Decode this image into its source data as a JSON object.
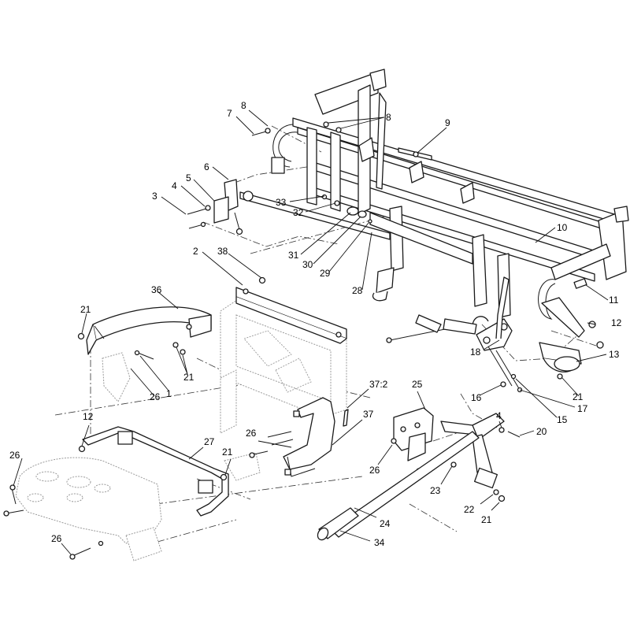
{
  "colors": {
    "line": "#1a1a1a",
    "ghost_line": "#9a9a9a",
    "background": "#ffffff"
  },
  "callouts": [
    {
      "id": "c-8a",
      "label": "8"
    },
    {
      "id": "c-7",
      "label": "7"
    },
    {
      "id": "c-8b",
      "label": "8"
    },
    {
      "id": "c-9",
      "label": "9"
    },
    {
      "id": "c-6",
      "label": "6"
    },
    {
      "id": "c-5",
      "label": "5"
    },
    {
      "id": "c-4a",
      "label": "4"
    },
    {
      "id": "c-3",
      "label": "3"
    },
    {
      "id": "c-33",
      "label": "33"
    },
    {
      "id": "c-32",
      "label": "32"
    },
    {
      "id": "c-10",
      "label": "10"
    },
    {
      "id": "c-31",
      "label": "31"
    },
    {
      "id": "c-30",
      "label": "30"
    },
    {
      "id": "c-29",
      "label": "29"
    },
    {
      "id": "c-2",
      "label": "2"
    },
    {
      "id": "c-38",
      "label": "38"
    },
    {
      "id": "c-28",
      "label": "28"
    },
    {
      "id": "c-36",
      "label": "36"
    },
    {
      "id": "c-11",
      "label": "11"
    },
    {
      "id": "c-21a",
      "label": "21"
    },
    {
      "id": "c-12a",
      "label": "12"
    },
    {
      "id": "c-13",
      "label": "13"
    },
    {
      "id": "c-1",
      "label": "1"
    },
    {
      "id": "c-21b",
      "label": "21"
    },
    {
      "id": "c-26a",
      "label": "26"
    },
    {
      "id": "c-18",
      "label": "18"
    },
    {
      "id": "c-21c",
      "label": "21"
    },
    {
      "id": "c-16",
      "label": "16"
    },
    {
      "id": "c-37-2",
      "label": "37:2"
    },
    {
      "id": "c-25",
      "label": "25"
    },
    {
      "id": "c-17",
      "label": "17"
    },
    {
      "id": "c-15",
      "label": "15"
    },
    {
      "id": "c-12b",
      "label": "12"
    },
    {
      "id": "c-37",
      "label": "37"
    },
    {
      "id": "c-4b",
      "label": "4"
    },
    {
      "id": "c-20",
      "label": "20"
    },
    {
      "id": "c-26b",
      "label": "26"
    },
    {
      "id": "c-27",
      "label": "27"
    },
    {
      "id": "c-21d",
      "label": "21"
    },
    {
      "id": "c-26c",
      "label": "26"
    },
    {
      "id": "c-26d",
      "label": "26"
    },
    {
      "id": "c-23",
      "label": "23"
    },
    {
      "id": "c-22",
      "label": "22"
    },
    {
      "id": "c-21e",
      "label": "21"
    },
    {
      "id": "c-24",
      "label": "24"
    },
    {
      "id": "c-26e",
      "label": "26"
    },
    {
      "id": "c-34",
      "label": "34"
    }
  ]
}
